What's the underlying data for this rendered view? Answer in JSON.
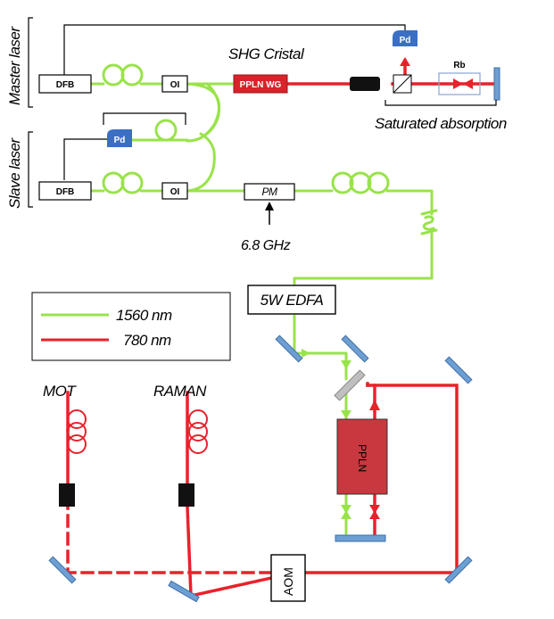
{
  "labels": {
    "master_laser": "Master laser",
    "slave_laser": "Slave laser",
    "shg_crystal": "SHG Cristal",
    "saturated_absorption": "Saturated absorption",
    "freq": "6.8 GHz",
    "edfa": "5W EDFA",
    "mot": "MOT",
    "raman": "RAMAN",
    "pplnwg": "PPLN WG",
    "pplnbox": "PPLN",
    "aom": "AOM",
    "dfb_master": "DFB",
    "dfb_slave": "DFB",
    "oi_master": "OI",
    "oi_slave": "OI",
    "pm": "PM",
    "pd_top": "Pd",
    "pd_slave": "Pd",
    "rb": "Rb"
  },
  "legend": {
    "items": [
      {
        "label": "1560 nm",
        "color": "#99e34a"
      },
      {
        "label": "780 nm",
        "color": "#e8222b"
      }
    ]
  },
  "colors": {
    "fiber_1560": "#99e34a",
    "beam_780": "#e8222b",
    "photodiode": "#3b6fc4",
    "mirror": "#6e9fd3",
    "ppln": "#c8383e"
  }
}
